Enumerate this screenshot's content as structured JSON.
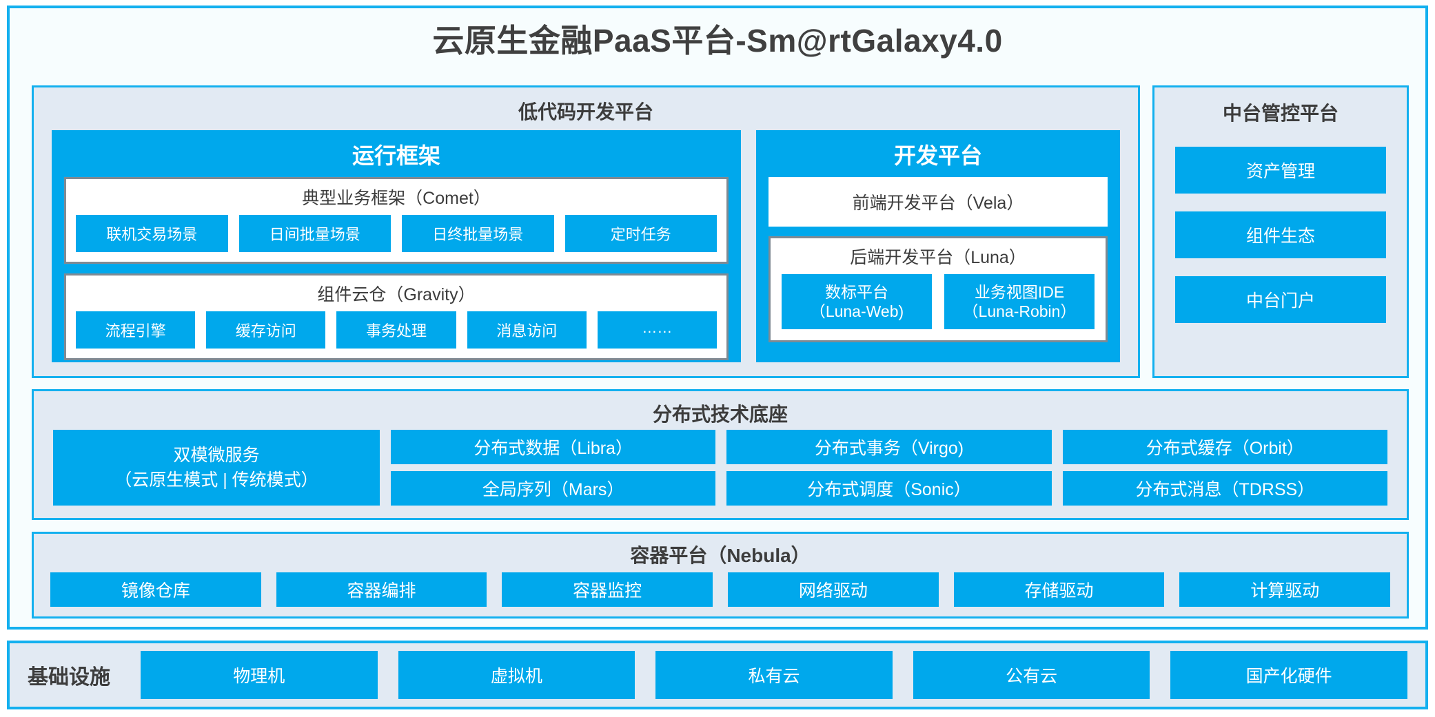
{
  "title": "云原生金融PaaS平台-Sm@rtGalaxy4.0",
  "colors": {
    "accent": "#00a8ec",
    "frame_border": "#13b0ef",
    "panel_bg": "#e2eaf3",
    "page_bg": "#f7fdfe",
    "card_border": "#7f8a93",
    "text": "#3c3c3c"
  },
  "lowcode": {
    "title": "低代码开发平台",
    "runtime": {
      "title": "运行框架",
      "comet": {
        "title": "典型业务框架（Comet）",
        "chips": [
          "联机交易场景",
          "日间批量场景",
          "日终批量场景",
          "定时任务"
        ]
      },
      "gravity": {
        "title": "组件云仓（Gravity）",
        "chips": [
          "流程引擎",
          "缓存访问",
          "事务处理",
          "消息访问",
          "……"
        ]
      }
    },
    "dev": {
      "title": "开发平台",
      "vela": "前端开发平台（Vela）",
      "luna": {
        "title": "后端开发平台（Luna）",
        "chips": [
          {
            "line1": "数标平台",
            "line2": "（Luna-Web)"
          },
          {
            "line1": "业务视图IDE",
            "line2": "（Luna-Robin）"
          }
        ]
      }
    }
  },
  "midoffice": {
    "title": "中台管控平台",
    "chips": [
      "资产管理",
      "组件生态",
      "中台门户"
    ]
  },
  "distributed": {
    "title": "分布式技术底座",
    "wide": {
      "line1": "双模微服务",
      "line2": "（云原生模式 | 传统模式）"
    },
    "columns": [
      [
        "分布式数据（Libra）",
        "全局序列（Mars）"
      ],
      [
        "分布式事务（Virgo)",
        "分布式调度（Sonic）"
      ],
      [
        "分布式缓存（Orbit）",
        "分布式消息（TDRSS）"
      ]
    ]
  },
  "container": {
    "title": "容器平台（Nebula）",
    "chips": [
      "镜像仓库",
      "容器编排",
      "容器监控",
      "网络驱动",
      "存储驱动",
      "计算驱动"
    ]
  },
  "infrastructure": {
    "label": "基础设施",
    "chips": [
      "物理机",
      "虚拟机",
      "私有云",
      "公有云",
      "国产化硬件"
    ]
  }
}
